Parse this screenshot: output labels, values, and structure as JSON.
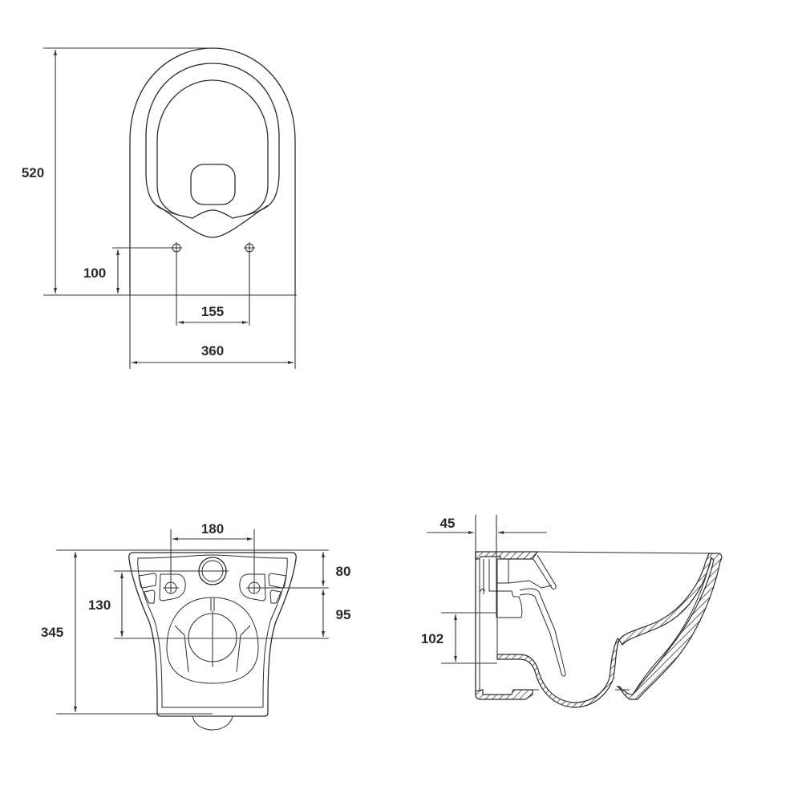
{
  "drawing": {
    "subject": "wall-hung toilet bowl technical drawing",
    "units": "mm",
    "line_color": "#2b2b2b",
    "background": "#ffffff"
  },
  "views": {
    "top": {
      "name": "top view",
      "dimensions": {
        "overall_depth": "520",
        "fixing_hole_offset": "100",
        "fixing_hole_spacing": "155",
        "overall_width": "360"
      }
    },
    "rear": {
      "name": "rear view",
      "dimensions": {
        "fixing_spacing": "180",
        "overall_height": "345",
        "outlet_to_top_offset": "130",
        "top_to_fixing": "80",
        "fixing_to_outlet": "95"
      }
    },
    "side": {
      "name": "side section view",
      "dimensions": {
        "inlet_offset": "45",
        "outlet_to_inlet": "102"
      }
    }
  }
}
